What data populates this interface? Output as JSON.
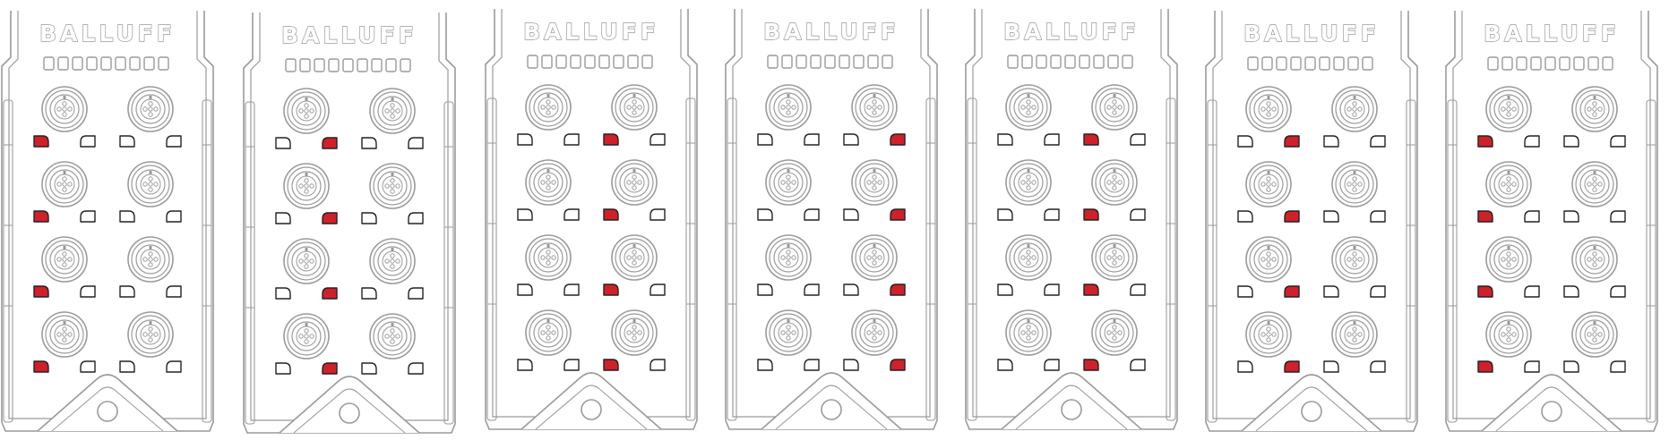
{
  "brand": "BALLUFF",
  "colors": {
    "led_on": "#d0202a",
    "led_off": "#ffffff",
    "outline": "#9a9a9a",
    "led_stroke": "#222222"
  },
  "modules": [
    {
      "id": "module-1",
      "ports": [
        {
          "leds": [
            "on",
            "off"
          ]
        },
        {
          "leds": [
            "off",
            "off"
          ]
        },
        {
          "leds": [
            "on",
            "off"
          ]
        },
        {
          "leds": [
            "off",
            "off"
          ]
        },
        {
          "leds": [
            "on",
            "off"
          ]
        },
        {
          "leds": [
            "off",
            "off"
          ]
        },
        {
          "leds": [
            "on",
            "off"
          ]
        },
        {
          "leds": [
            "off",
            "off"
          ]
        }
      ]
    },
    {
      "id": "module-2",
      "ports": [
        {
          "leds": [
            "off",
            "on"
          ]
        },
        {
          "leds": [
            "off",
            "off"
          ]
        },
        {
          "leds": [
            "off",
            "on"
          ]
        },
        {
          "leds": [
            "off",
            "off"
          ]
        },
        {
          "leds": [
            "off",
            "on"
          ]
        },
        {
          "leds": [
            "off",
            "off"
          ]
        },
        {
          "leds": [
            "off",
            "on"
          ]
        },
        {
          "leds": [
            "off",
            "off"
          ]
        }
      ]
    },
    {
      "id": "module-3",
      "ports": [
        {
          "leds": [
            "off",
            "off"
          ]
        },
        {
          "leds": [
            "on",
            "off"
          ]
        },
        {
          "leds": [
            "off",
            "off"
          ]
        },
        {
          "leds": [
            "on",
            "off"
          ]
        },
        {
          "leds": [
            "off",
            "off"
          ]
        },
        {
          "leds": [
            "on",
            "off"
          ]
        },
        {
          "leds": [
            "off",
            "off"
          ]
        },
        {
          "leds": [
            "on",
            "off"
          ]
        }
      ]
    },
    {
      "id": "module-4",
      "ports": [
        {
          "leds": [
            "off",
            "off"
          ]
        },
        {
          "leds": [
            "off",
            "on"
          ]
        },
        {
          "leds": [
            "off",
            "off"
          ]
        },
        {
          "leds": [
            "off",
            "on"
          ]
        },
        {
          "leds": [
            "off",
            "off"
          ]
        },
        {
          "leds": [
            "off",
            "on"
          ]
        },
        {
          "leds": [
            "off",
            "off"
          ]
        },
        {
          "leds": [
            "off",
            "on"
          ]
        }
      ]
    },
    {
      "id": "module-5",
      "ports": [
        {
          "leds": [
            "off",
            "off"
          ]
        },
        {
          "leds": [
            "on",
            "off"
          ]
        },
        {
          "leds": [
            "off",
            "off"
          ]
        },
        {
          "leds": [
            "on",
            "off"
          ]
        },
        {
          "leds": [
            "off",
            "off"
          ]
        },
        {
          "leds": [
            "on",
            "off"
          ]
        },
        {
          "leds": [
            "off",
            "off"
          ]
        },
        {
          "leds": [
            "on",
            "off"
          ]
        }
      ]
    },
    {
      "id": "module-6",
      "ports": [
        {
          "leds": [
            "off",
            "on"
          ]
        },
        {
          "leds": [
            "off",
            "off"
          ]
        },
        {
          "leds": [
            "off",
            "on"
          ]
        },
        {
          "leds": [
            "off",
            "off"
          ]
        },
        {
          "leds": [
            "off",
            "on"
          ]
        },
        {
          "leds": [
            "off",
            "off"
          ]
        },
        {
          "leds": [
            "off",
            "on"
          ]
        },
        {
          "leds": [
            "off",
            "off"
          ]
        }
      ]
    },
    {
      "id": "module-7",
      "ports": [
        {
          "leds": [
            "on",
            "off"
          ]
        },
        {
          "leds": [
            "off",
            "off"
          ]
        },
        {
          "leds": [
            "on",
            "off"
          ]
        },
        {
          "leds": [
            "off",
            "off"
          ]
        },
        {
          "leds": [
            "on",
            "off"
          ]
        },
        {
          "leds": [
            "off",
            "off"
          ]
        },
        {
          "leds": [
            "on",
            "off"
          ]
        },
        {
          "leds": [
            "off",
            "off"
          ]
        }
      ]
    }
  ]
}
